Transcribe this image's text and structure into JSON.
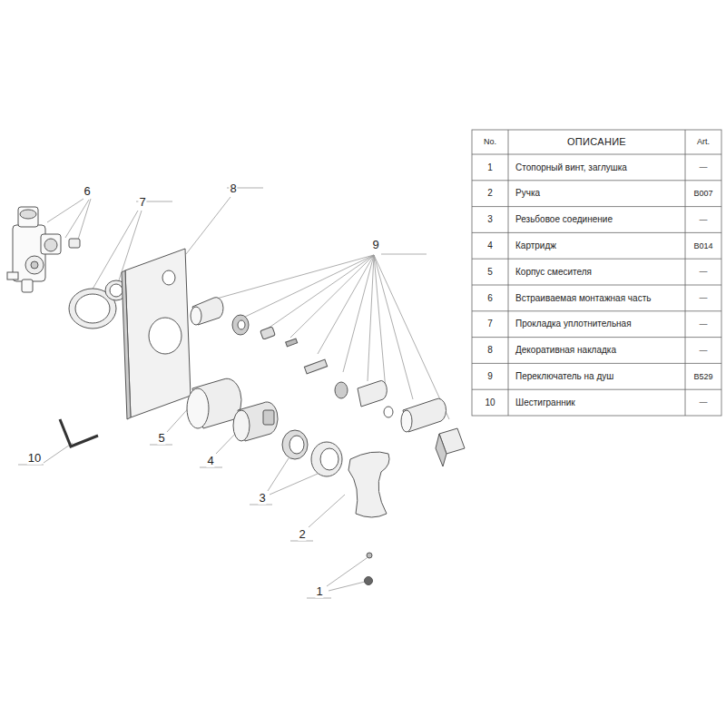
{
  "diagram": {
    "labels": [
      "6",
      "7",
      "8",
      "9",
      "10",
      "5",
      "4",
      "3",
      "2",
      "1",
      "No.",
      "ОПИСАНИЕ",
      "Art.",
      "1",
      "Стопорный винт, заглушка",
      "—",
      "2",
      "Ручка",
      "B007",
      "3",
      "Резьбовое соединение",
      "—",
      "4",
      "Картридж",
      "B014",
      "5",
      "Корпус смесителя",
      "—",
      "6",
      "Встраиваемая монтажная часть",
      "—",
      "7",
      "Прокладка уплотнительная",
      "—",
      "8",
      "Декоративная накладка",
      "—",
      "9",
      "Переключатель на душ",
      "B529",
      "10",
      "Шестигранник",
      "—"
    ]
  }
}
